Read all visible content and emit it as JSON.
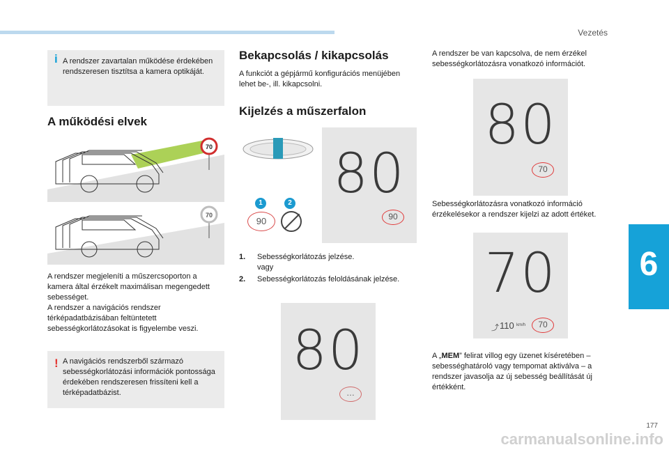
{
  "header": {
    "section": "Vezetés"
  },
  "side_tab": {
    "number": "6"
  },
  "footer": {
    "page_number": "177",
    "watermark": "carmanualsonline.info"
  },
  "left": {
    "note_top": "A rendszer zavartalan működése érdekében rendszeresen tisztítsa a kamera optikáját.",
    "heading": "A működési elvek",
    "sign_value": "70",
    "paragraph": "A rendszer megjeleníti a műszercsoporton a kamera által érzékelt maximálisan megengedett sebességet.\nA rendszer a navigációs rendszer térképadatbázisában feltüntetett sebességkorlátozásokat is figyelembe veszi.",
    "note_bottom": "A navigációs rendszerből származó sebességkorlátozási információk pontossága érdekében rendszeresen frissíteni kell a térképadatbázist."
  },
  "middle": {
    "heading1": "Bekapcsolás / kikapcsolás",
    "text1": "A funkciót a gépjármű konfigurációs menüjében lehet be-, ill. kikapcsolni.",
    "heading2": "Kijelzés a műszerfalon",
    "marker1": "1",
    "marker2": "2",
    "sign_small": "90",
    "display1": {
      "speed": "80",
      "limit": "90"
    },
    "list": [
      {
        "num": "1.",
        "text": "Sebességkorlátozás jelzése.\nvagy"
      },
      {
        "num": "2.",
        "text": "Sebességkorlátozás feloldásának jelzése."
      }
    ],
    "display2": {
      "speed": "80",
      "limit": "…"
    }
  },
  "right": {
    "text1": "A rendszer be van kapcsolva, de nem érzékel sebességkorlátozásra vonatkozó információt.",
    "display1": {
      "speed": "80",
      "limit": "70"
    },
    "text2": "Sebességkorlátozásra vonatkozó információ érzékelésekor a rendszer kijelzi az adott értéket.",
    "display2": {
      "speed": "70",
      "limit": "70",
      "cruise": "110",
      "cruise_unit": "km/h"
    },
    "text3_prefix": "A „",
    "text3_bold": "MEM",
    "text3_suffix": "” felirat villog egy üzenet kíséretében – sebességhatároló vagy tempomat aktiválva – a rendszer javasolja az új sebesség beállítását új értékként."
  },
  "colors": {
    "accent": "#16a2d8",
    "red": "#e03a3a",
    "panel": "#e6e6e6",
    "note": "#ebebeb"
  }
}
